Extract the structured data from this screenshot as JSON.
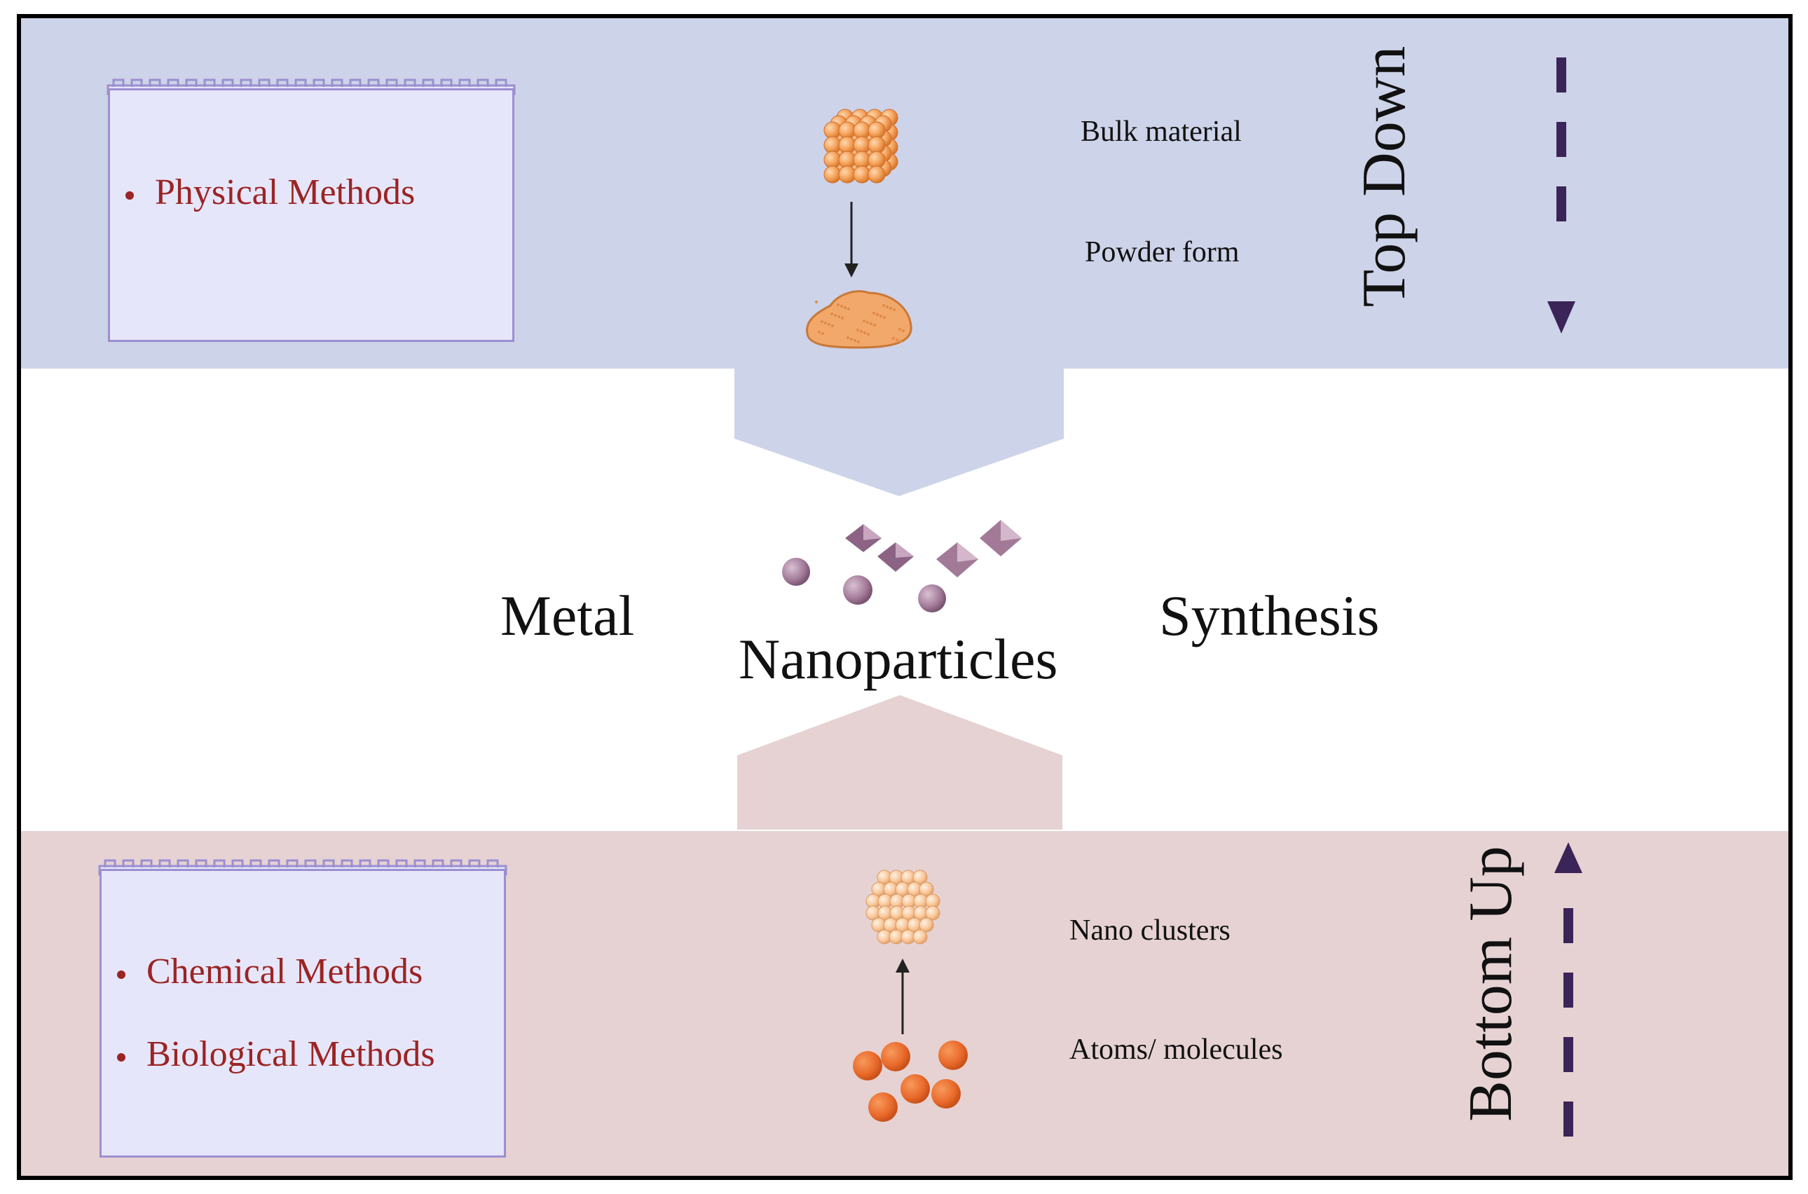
{
  "top": {
    "methods": [
      "Physical Methods"
    ],
    "bulk_label": "Bulk material",
    "powder_label": "Powder form",
    "direction_label": "Top Down"
  },
  "center": {
    "word_left": "Metal",
    "word_middle": "Nanoparticles",
    "word_right": "Synthesis"
  },
  "bottom": {
    "methods": [
      "Chemical Methods",
      "Biological Methods"
    ],
    "clusters_label": "Nano clusters",
    "atoms_label": "Atoms/ molecules",
    "direction_label": "Bottom Up"
  },
  "colors": {
    "top_band": "#cdd3e8",
    "bottom_band": "#e6d2d2",
    "note_fill": "#e6e6fa",
    "note_border": "#9b8fd1",
    "method_text": "#9b2424",
    "arrow_purple": "#3b2458",
    "particle_purple": "#a27a98",
    "orange_sphere": "#f5a35c",
    "orange_atom": "#e8692a"
  },
  "icons": [
    "bulk-cube-icon",
    "powder-pile-icon",
    "nanoparticle-crystals-icon",
    "nano-cluster-icon",
    "atoms-icon",
    "down-arrow-icon",
    "up-arrow-icon"
  ]
}
